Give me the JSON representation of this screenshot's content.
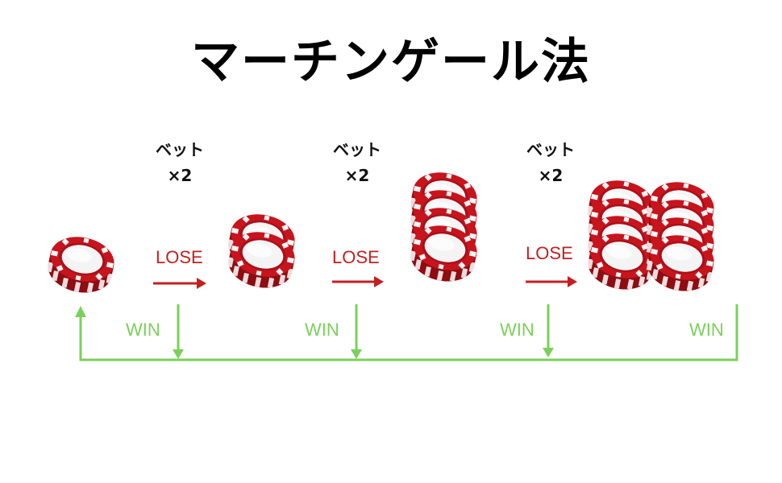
{
  "title": "マーチンゲール法",
  "steps": [
    {
      "bet_label": "ベット",
      "multiplier": "×2",
      "lose_label": "LOSE",
      "win_label": "WIN"
    },
    {
      "bet_label": "ベット",
      "multiplier": "×2",
      "lose_label": "LOSE",
      "win_label": "WIN"
    },
    {
      "bet_label": "ベット",
      "multiplier": "×2",
      "lose_label": "LOSE",
      "win_label": "WIN"
    },
    {
      "win_label": "WIN"
    }
  ],
  "chip_stacks": [
    1,
    2,
    4,
    8
  ],
  "colors": {
    "chip_red": "#c8141c",
    "chip_dark_red": "#8e0c12",
    "chip_white": "#f4f4f4",
    "lose_arrow": "#c41f1f",
    "win_line": "#7ad15a"
  }
}
